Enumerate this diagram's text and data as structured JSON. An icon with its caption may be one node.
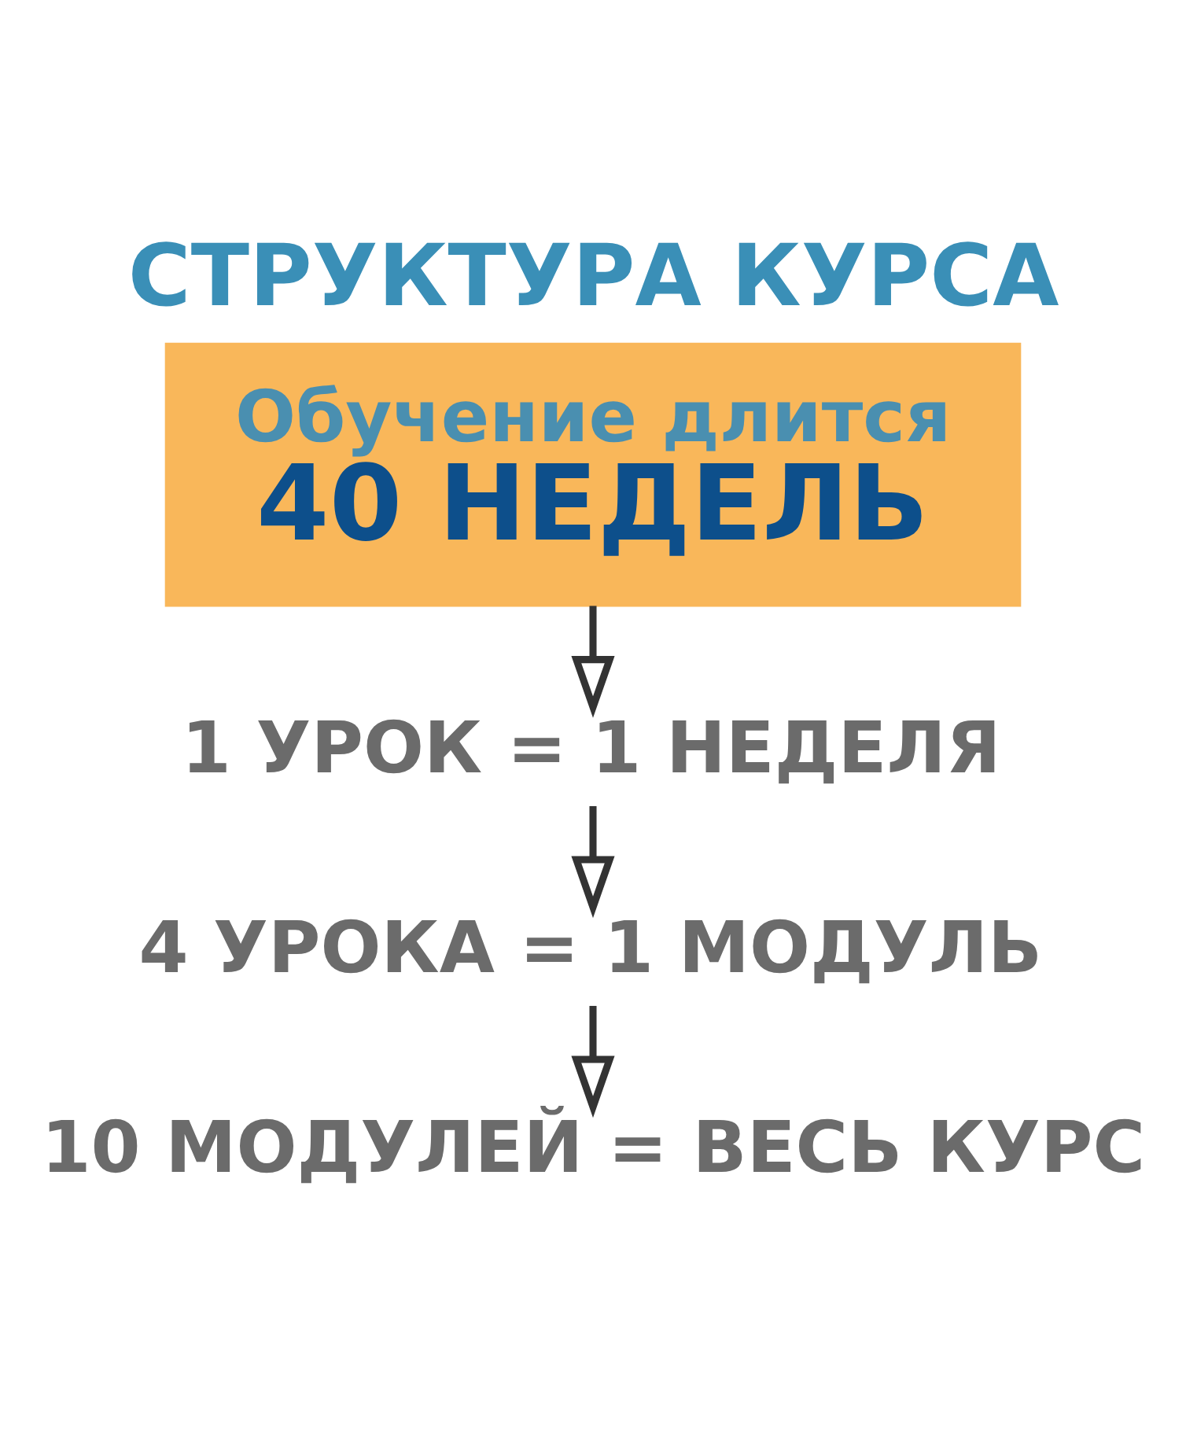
{
  "diagram": {
    "title": "СТРУКТУРА КУРСА",
    "nodes": [
      {
        "text": [
          "Обучение длится",
          "40 НЕДЕЛЬ"
        ]
      },
      {
        "text": [
          "1 УРОК = 1 НЕДЕЛЯ"
        ]
      },
      {
        "text": [
          "4 УРОКА = 1 МОДУЛЬ"
        ]
      },
      {
        "text": [
          "10 МОДУЛЕЙ = ВЕСЬ КУРС"
        ]
      }
    ],
    "edges": [
      {
        "from": 0,
        "to": 1,
        "arrow": "to"
      },
      {
        "from": 1,
        "to": 2,
        "arrow": "to"
      },
      {
        "from": 2,
        "to": 3,
        "arrow": "to"
      }
    ]
  }
}
